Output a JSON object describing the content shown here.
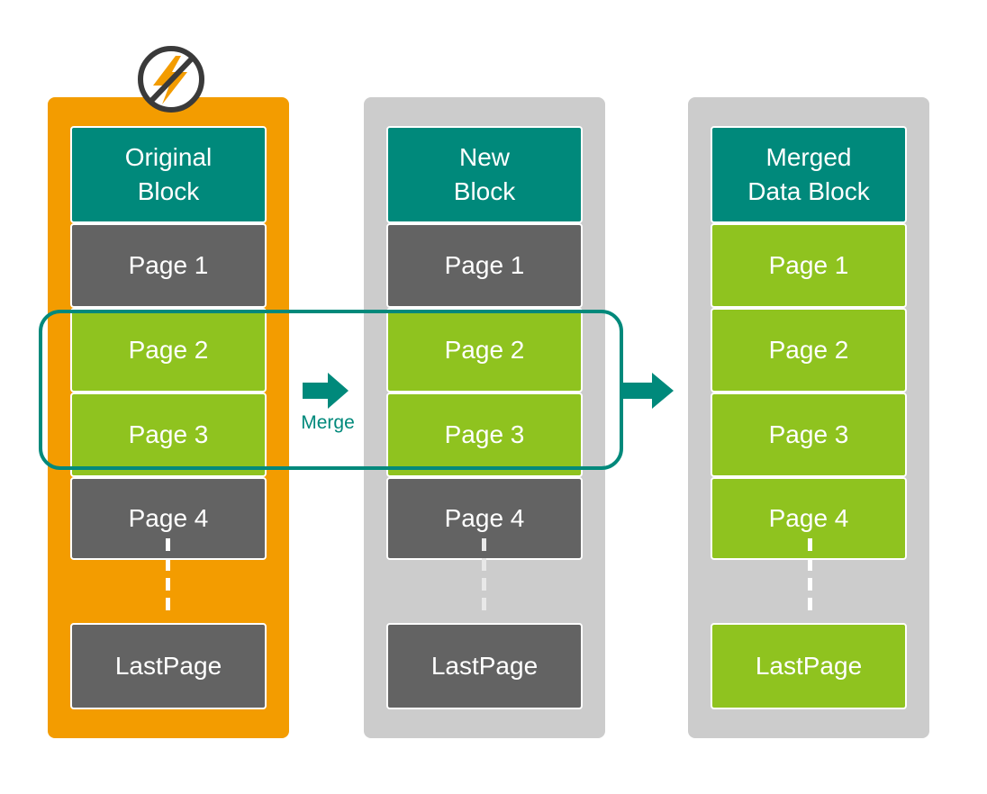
{
  "colors": {
    "orange": "#f39c00",
    "gray_panel": "#cccccc",
    "teal": "#00897b",
    "dark_page": "#636363",
    "green_page": "#8fc31f",
    "dash_white": "#ffffff",
    "dash_gray": "#e8e8e8",
    "no_power_icon_stroke": "#3a3a3a"
  },
  "icons": {
    "no_power": "prohibited-lightning-bolt-icon",
    "arrow": "right-arrow-icon"
  },
  "blocks": [
    {
      "id": "orig",
      "title": "Original\nBlock",
      "panel_color": "orange",
      "pages": [
        {
          "label": "Page 1",
          "state": "dark"
        },
        {
          "label": "Page 2",
          "state": "green"
        },
        {
          "label": "Page 3",
          "state": "green"
        },
        {
          "label": "Page 4",
          "state": "dark"
        },
        {
          "label": "LastPage",
          "state": "dark"
        }
      ]
    },
    {
      "id": "new",
      "title": "New\nBlock",
      "panel_color": "gray",
      "pages": [
        {
          "label": "Page 1",
          "state": "dark"
        },
        {
          "label": "Page 2",
          "state": "green"
        },
        {
          "label": "Page 3",
          "state": "green"
        },
        {
          "label": "Page 4",
          "state": "dark"
        },
        {
          "label": "LastPage",
          "state": "dark"
        }
      ]
    },
    {
      "id": "merge",
      "title": "Merged\nData Block",
      "panel_color": "gray",
      "pages": [
        {
          "label": "Page 1",
          "state": "green"
        },
        {
          "label": "Page 2",
          "state": "green"
        },
        {
          "label": "Page 3",
          "state": "green"
        },
        {
          "label": "Page 4",
          "state": "green"
        },
        {
          "label": "LastPage",
          "state": "green"
        }
      ]
    }
  ],
  "merge_label": "Merge"
}
